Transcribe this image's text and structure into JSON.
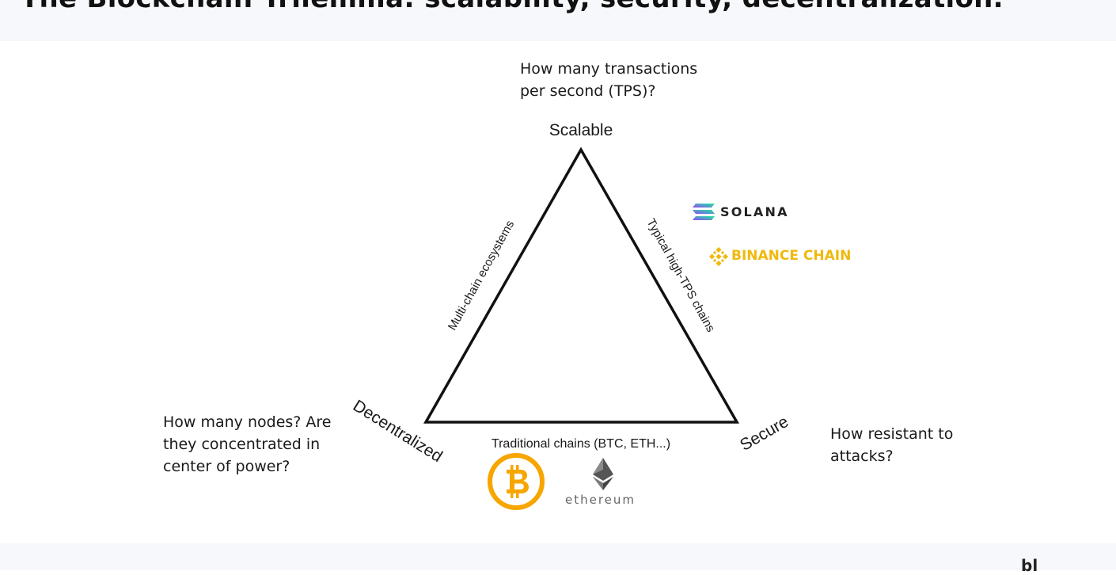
{
  "slide": {
    "title": "The Blockchain Trilemma: scalability, security, decentralization.",
    "footer_fragment": "bl"
  },
  "diagram": {
    "vertices": {
      "top": "Scalable",
      "bottom_left": "Decentralized",
      "bottom_right": "Secure"
    },
    "sides": {
      "left": "Multi-chain ecosystems",
      "right": "Typical high-TPS chains",
      "bottom": "Traditional chains (BTC, ETH...)"
    },
    "questions": {
      "scalable": "How many transactions per second (TPS)?",
      "decentralized": "How many nodes? Are they concentrated in center of power?",
      "secure": "How resistant to attacks?"
    }
  },
  "logos": {
    "solana": {
      "text": "SOLANA",
      "icon": "solana-icon"
    },
    "binance": {
      "text": "BINANCE CHAIN",
      "icon": "binance-icon",
      "color": "#f0b90b"
    },
    "bitcoin": {
      "icon": "bitcoin-icon",
      "color": "#f7a600"
    },
    "ethereum": {
      "text": "ethereum",
      "icon": "ethereum-icon"
    }
  }
}
